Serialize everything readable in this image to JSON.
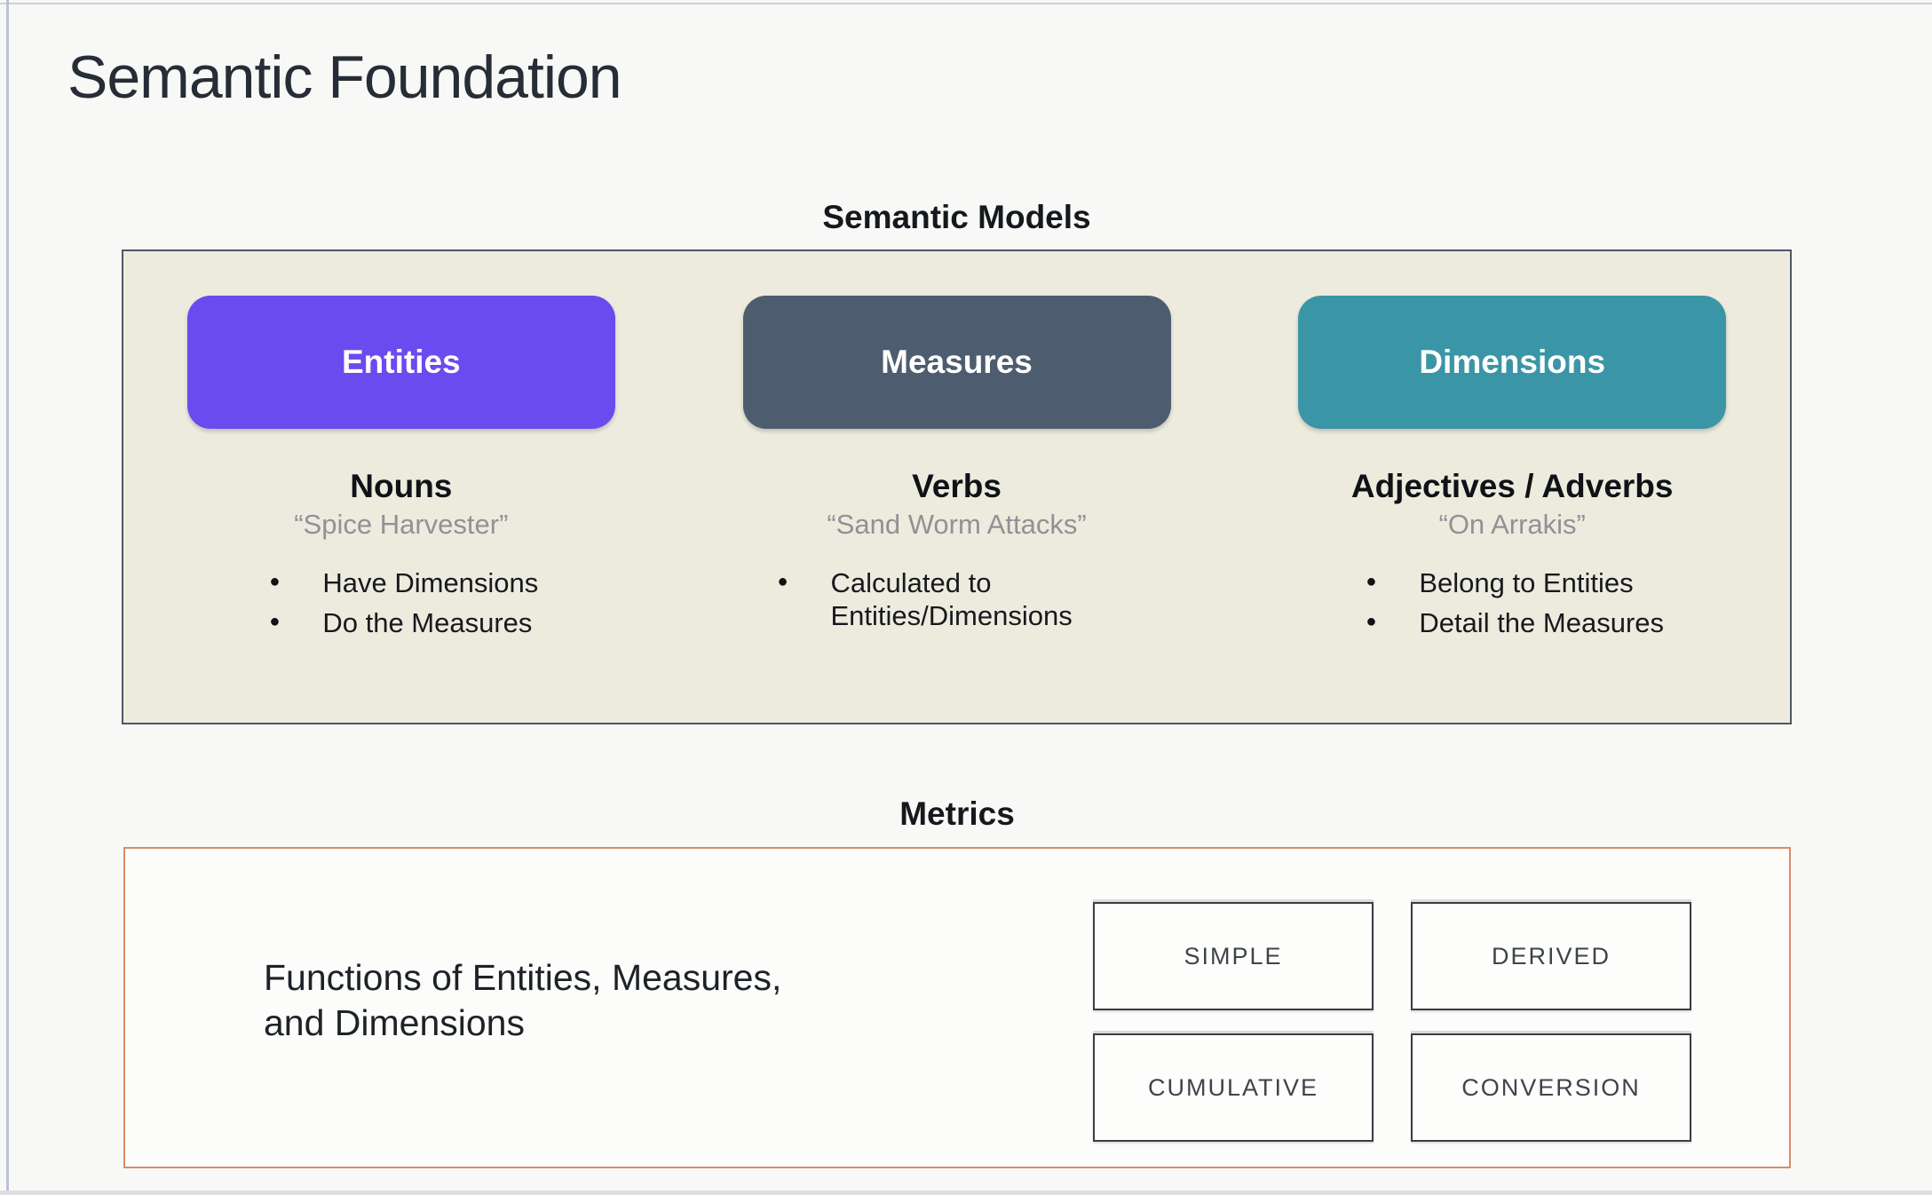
{
  "title": "Semantic Foundation",
  "models": {
    "heading": "Semantic Models",
    "columns": [
      {
        "pill": "Entities",
        "pill_color": "#6A4BF0",
        "subtitle": "Nouns",
        "quote": "“Spice Harvester”",
        "bullets": [
          "Have Dimensions",
          "Do the Measures"
        ]
      },
      {
        "pill": "Measures",
        "pill_color": "#4E5C6F",
        "subtitle": "Verbs",
        "quote": "“Sand Worm Attacks”",
        "bullets": [
          "Calculated to Entities/Dimensions"
        ]
      },
      {
        "pill": "Dimensions",
        "pill_color": "#3A96A6",
        "subtitle": "Adjectives / Adverbs",
        "quote": "“On Arrakis”",
        "bullets": [
          "Belong to Entities",
          "Detail the Measures"
        ]
      }
    ],
    "panel_bg": "#EDEBDE",
    "panel_border": "#4E5765"
  },
  "metrics": {
    "heading": "Metrics",
    "description": "Functions of Entities, Measures,\nand Dimensions",
    "types": [
      "SIMPLE",
      "DERIVED",
      "CUMULATIVE",
      "CONVERSION"
    ],
    "panel_border": "#DB8A6B"
  },
  "colors": {
    "slide_bg": "#F8F9F6",
    "title_text": "#272D36"
  }
}
